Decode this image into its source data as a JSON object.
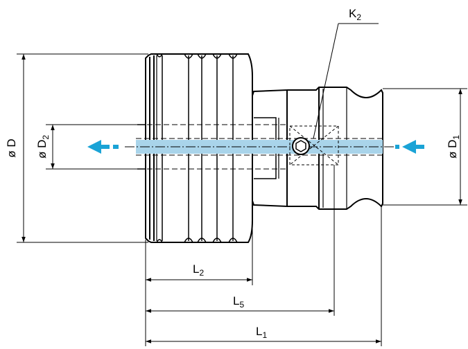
{
  "labels": {
    "dia_D": {
      "base": "ø D",
      "sub": ""
    },
    "dia_D1": {
      "base": "ø D",
      "sub": "1"
    },
    "dia_D2": {
      "base": "ø D",
      "sub": "2"
    },
    "K2": {
      "base": "K",
      "sub": "2"
    },
    "L1": {
      "base": "L",
      "sub": "1"
    },
    "L2": {
      "base": "L",
      "sub": "2"
    },
    "L5": {
      "base": "L",
      "sub": "5"
    }
  },
  "colors": {
    "line": "#000000",
    "coolant_fill": "#a9d4ea",
    "arrow": "#1aa3d6"
  },
  "icons": {
    "flow_arrows": "arrow-left-icon"
  }
}
